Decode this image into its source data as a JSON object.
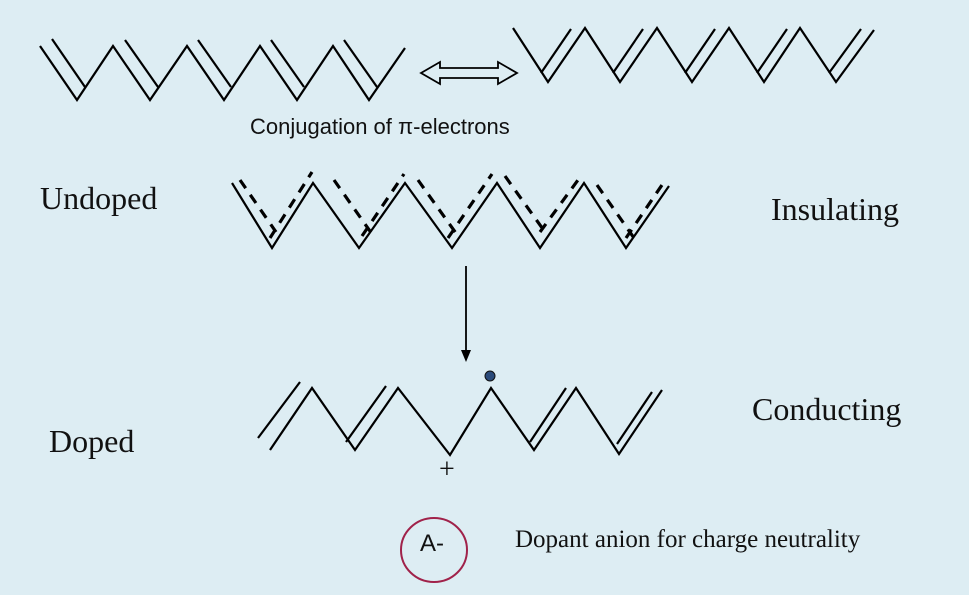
{
  "conjugation_caption": "Conjugation of π-electrons",
  "state_labels": {
    "undoped": "Undoped",
    "doped": "Doped"
  },
  "property_labels": {
    "insulating": "Insulating",
    "conducting": "Conducting"
  },
  "charge_symbol": "+",
  "dopant": {
    "symbol": "A-",
    "description": "Dopant anion for charge neutrality"
  },
  "colors": {
    "background": "#ddedf3",
    "anion_circle": "#a0224a",
    "radical_dot": "#2a4a7a"
  }
}
